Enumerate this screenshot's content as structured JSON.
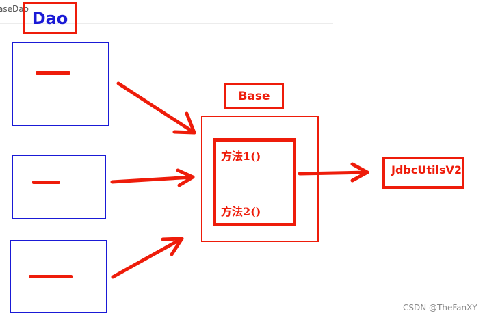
{
  "tab": {
    "label": "aseDao"
  },
  "dao": {
    "title": "Dao",
    "box_1_text": "—",
    "box_2_text": "—",
    "box_3_text": "—"
  },
  "base": {
    "title": "Base",
    "methods": [
      "方法1()",
      "方法2()"
    ]
  },
  "utils": {
    "label": "JdbcUtilsV2"
  },
  "watermark": "CSDN @TheFanXY",
  "colors": {
    "accent_red": "#ee1c0a",
    "dao_blue": "#1a1ad6"
  }
}
